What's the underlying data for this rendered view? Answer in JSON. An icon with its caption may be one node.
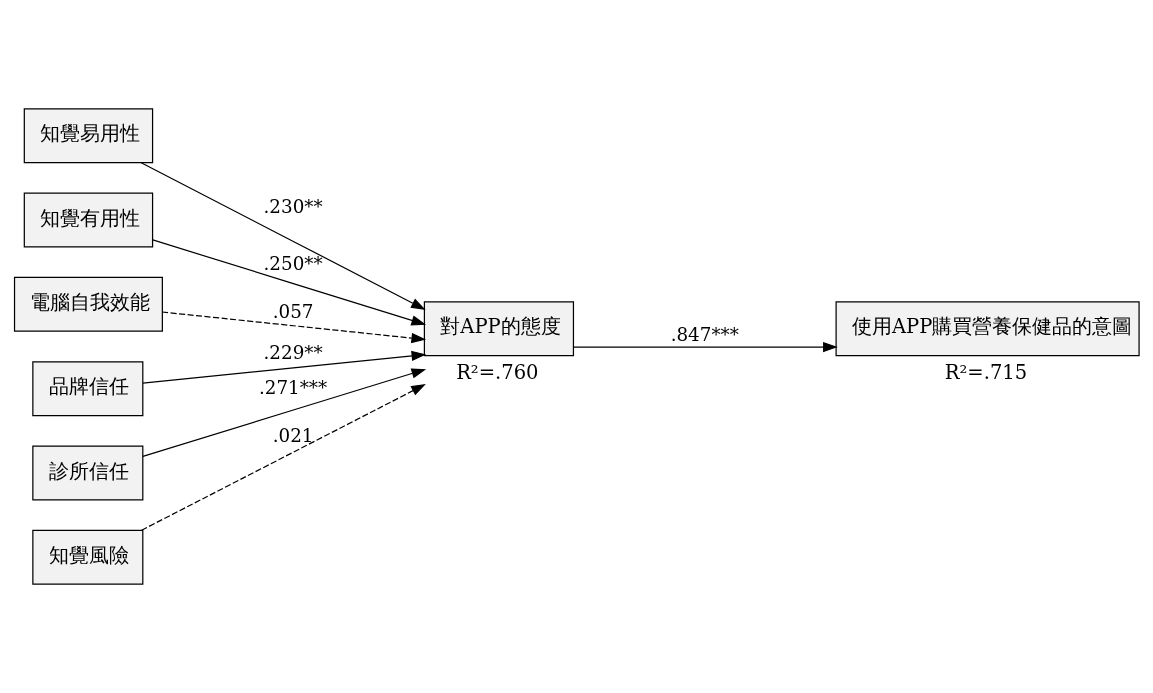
{
  "diagram": {
    "nodes": [
      {
        "text": [
          "知覺易用性"
        ]
      },
      {
        "text": [
          "知覺有用性"
        ]
      },
      {
        "text": [
          "電腦自我效能"
        ]
      },
      {
        "text": [
          "品牌信任"
        ]
      },
      {
        "text": [
          "診所信任"
        ]
      },
      {
        "text": [
          "知覺風險"
        ]
      },
      {
        "text": [
          "對APP的態度"
        ],
        "beside": [
          "R²=.760"
        ]
      },
      {
        "text": [
          "使用APP購買營養保健品的意圖"
        ],
        "beside": [
          "R²=.715"
        ]
      }
    ],
    "edges": [
      {
        "from": 0,
        "to": 6,
        "arrow": "to",
        "label": ".230**"
      },
      {
        "from": 1,
        "to": 6,
        "arrow": "to",
        "label": ".250**"
      },
      {
        "from": 2,
        "to": 6,
        "arrow": "to",
        "label": ".057",
        "style": "dashed"
      },
      {
        "from": 3,
        "to": 6,
        "arrow": "to",
        "label": ".229**"
      },
      {
        "from": 4,
        "to": 6,
        "arrow": "to",
        "label": ".271***"
      },
      {
        "from": 5,
        "to": 6,
        "arrow": "to",
        "label": ".021",
        "style": "dashed"
      },
      {
        "from": 6,
        "to": 7,
        "arrow": "to",
        "label": ".847***"
      }
    ]
  }
}
